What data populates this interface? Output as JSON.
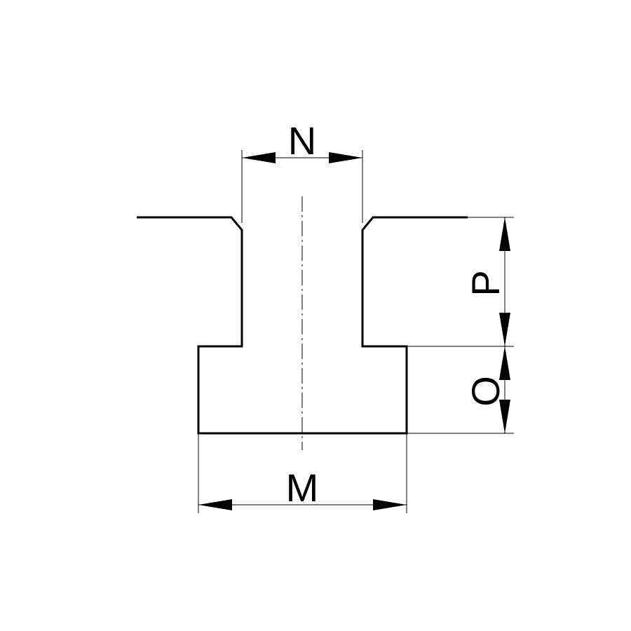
{
  "diagram": {
    "type": "t-slot-profile",
    "colors": {
      "stroke": "#000000",
      "background": "#ffffff"
    },
    "dimensions": {
      "neck_width_label": "N",
      "base_width_label": "M",
      "neck_height_label": "P",
      "base_height_label": "O"
    }
  }
}
